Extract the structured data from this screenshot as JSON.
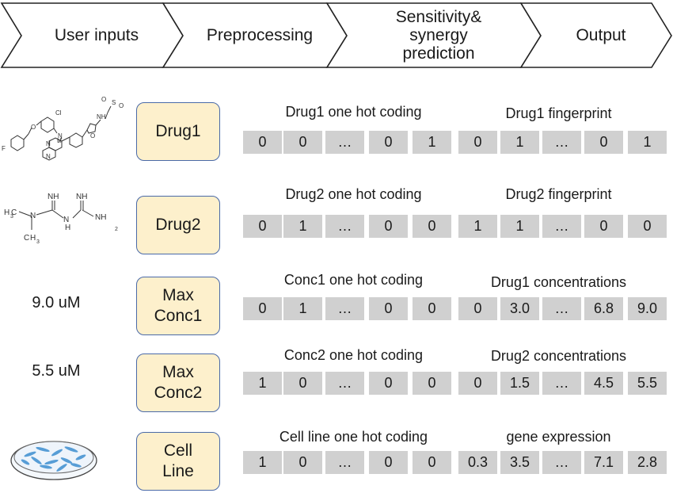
{
  "pipeline": [
    "User inputs",
    "Preprocessing",
    "Sensitivity&\nsynergy\nprediction",
    "Output"
  ],
  "rows": [
    {
      "input_text": "",
      "input_icon": "molecule-structure-icon",
      "box": "Drug1",
      "vector_a": {
        "title": "Drug1 one hot coding",
        "values": [
          "0",
          "0",
          "…",
          "0",
          "1"
        ]
      },
      "vector_b": {
        "title": "Drug1 fingerprint",
        "values": [
          "0",
          "1",
          "…",
          "0",
          "1"
        ]
      }
    },
    {
      "input_text": "",
      "input_icon": "molecule-structure-icon",
      "box": "Drug2",
      "vector_a": {
        "title": "Drug2 one hot coding",
        "values": [
          "0",
          "1",
          "…",
          "0",
          "0"
        ]
      },
      "vector_b": {
        "title": "Drug2 fingerprint",
        "values": [
          "1",
          "1",
          "…",
          "0",
          "0"
        ]
      }
    },
    {
      "input_text": "9.0 uM",
      "box": "Max\nConc1",
      "vector_a": {
        "title": "Conc1 one hot coding",
        "values": [
          "0",
          "1",
          "…",
          "0",
          "0"
        ]
      },
      "vector_b": {
        "title": "Drug1 concentrations",
        "values": [
          "0",
          "3.0",
          "…",
          "6.8",
          "9.0"
        ]
      }
    },
    {
      "input_text": "5.5 uM",
      "box": "Max\nConc2",
      "vector_a": {
        "title": "Conc2 one hot coding",
        "values": [
          "1",
          "0",
          "…",
          "0",
          "0"
        ]
      },
      "vector_b": {
        "title": "Drug2 concentrations",
        "values": [
          "0",
          "1.5",
          "…",
          "4.5",
          "5.5"
        ]
      }
    },
    {
      "input_text": "",
      "input_icon": "petri-dish-icon",
      "box": "Cell\nLine",
      "vector_a": {
        "title": "Cell line one hot coding",
        "values": [
          "1",
          "0",
          "…",
          "0",
          "0"
        ]
      },
      "vector_b": {
        "title": "gene expression",
        "values": [
          "0.3",
          "3.5",
          "…",
          "7.1",
          "2.8"
        ]
      }
    }
  ],
  "molecule_atoms": {
    "drug1": [
      "F",
      "O",
      "Cl",
      "N",
      "H",
      "N",
      "N",
      "O",
      "S",
      "O",
      "O",
      "NH"
    ],
    "drug2": [
      "NH",
      "NH",
      "N",
      "N",
      "H",
      "NH",
      "H",
      "C",
      "3",
      "C",
      "H",
      "3",
      "2"
    ]
  },
  "colors": {
    "chevron_stroke": "#222222",
    "box_fill": "#fdf0cc",
    "box_border": "#4a6aa8",
    "cell_fill": "#d0d0d0",
    "petri_cells": "#3d8fd0"
  }
}
